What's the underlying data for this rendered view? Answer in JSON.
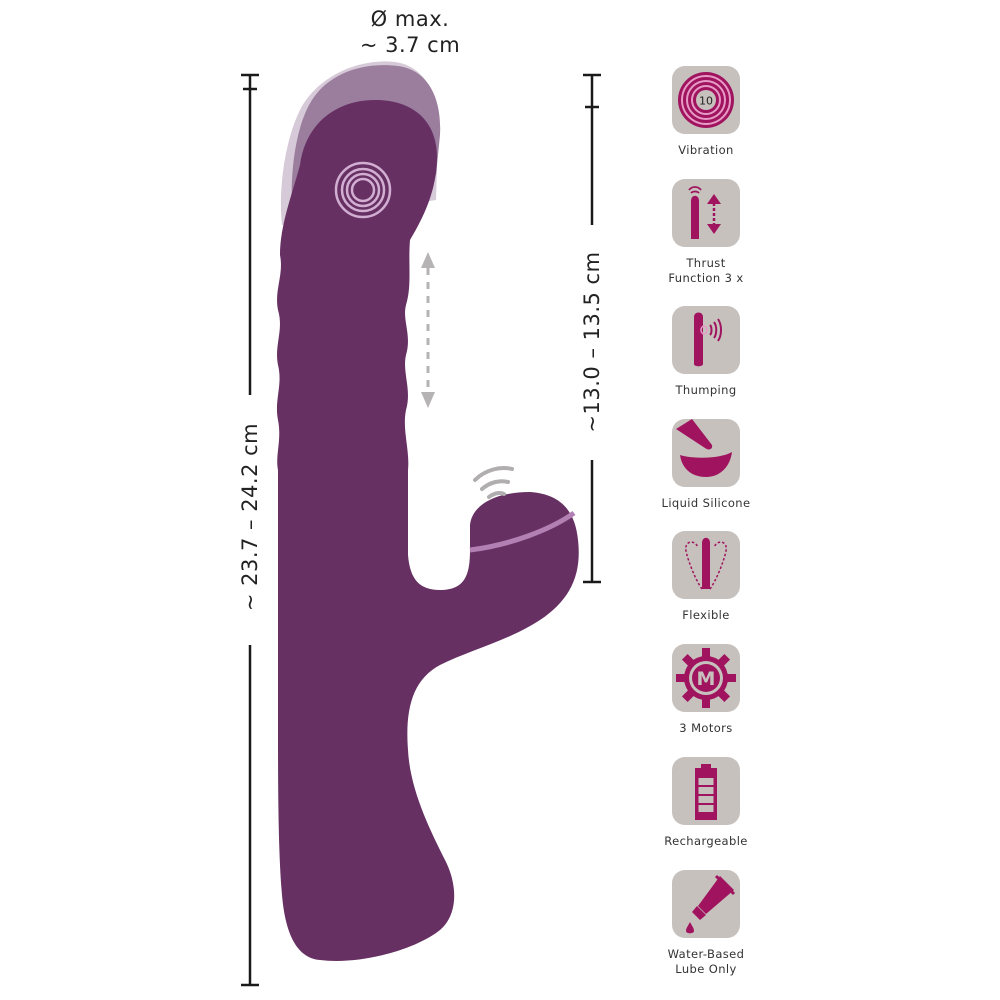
{
  "colors": {
    "product": "#663063",
    "product_ghost": "#9b7d9e",
    "product_ghost_light": "#c9b8cc",
    "accent_ring": "#c79cc7",
    "icon_fill": "#a0145f",
    "icon_tile": "#c7c1bd",
    "arrow_gray": "#b5b3b3",
    "dimension_line": "#1a1a1a"
  },
  "dimensions": {
    "diameter": {
      "line1": "Ø max.",
      "line2": "~  3.7 cm"
    },
    "total_length": "~ 23.7 – 24.2 cm",
    "insertable_length": "~13.0 – 13.5 cm"
  },
  "features": [
    {
      "icon": "vibration-rings-icon",
      "label": "Vibration",
      "badge": "10"
    },
    {
      "icon": "thrust-arrow-icon",
      "label": "Thrust",
      "label2": "Function 3 x"
    },
    {
      "icon": "thumping-icon",
      "label": "Thumping"
    },
    {
      "icon": "liquid-silicone-icon",
      "label": "Liquid Silicone"
    },
    {
      "icon": "flexible-icon",
      "label": "Flexible"
    },
    {
      "icon": "motor-gear-icon",
      "label": "3 Motors",
      "badge": "M"
    },
    {
      "icon": "battery-icon",
      "label": "Rechargeable"
    },
    {
      "icon": "lube-tube-icon",
      "label": "Water-Based",
      "label2": "Lube Only"
    }
  ]
}
